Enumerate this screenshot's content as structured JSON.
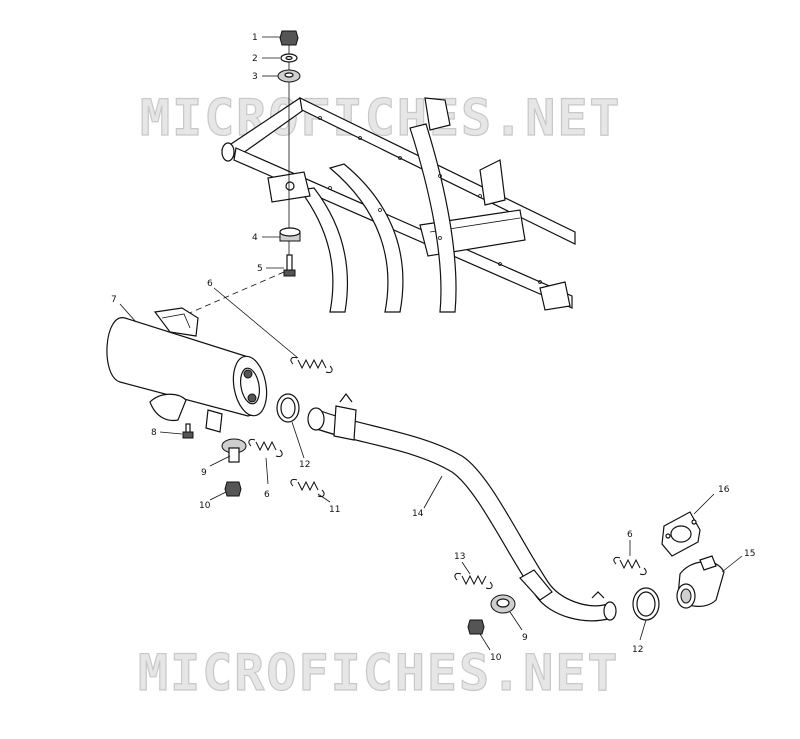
{
  "watermark": {
    "text": "MICROFICHES.NET"
  },
  "callouts": [
    {
      "id": "c1",
      "label": "1"
    },
    {
      "id": "c2",
      "label": "2"
    },
    {
      "id": "c3",
      "label": "3"
    },
    {
      "id": "c4",
      "label": "4"
    },
    {
      "id": "c5",
      "label": "5"
    },
    {
      "id": "c6a",
      "label": "6"
    },
    {
      "id": "c7",
      "label": "7"
    },
    {
      "id": "c8",
      "label": "8"
    },
    {
      "id": "c9a",
      "label": "9"
    },
    {
      "id": "c6b",
      "label": "6"
    },
    {
      "id": "c12a",
      "label": "12"
    },
    {
      "id": "c11",
      "label": "11"
    },
    {
      "id": "c10a",
      "label": "10"
    },
    {
      "id": "c14",
      "label": "14"
    },
    {
      "id": "c16",
      "label": "16"
    },
    {
      "id": "c6c",
      "label": "6"
    },
    {
      "id": "c15",
      "label": "15"
    },
    {
      "id": "c13",
      "label": "13"
    },
    {
      "id": "c9b",
      "label": "9"
    },
    {
      "id": "c12b",
      "label": "12"
    },
    {
      "id": "c10b",
      "label": "10"
    }
  ]
}
